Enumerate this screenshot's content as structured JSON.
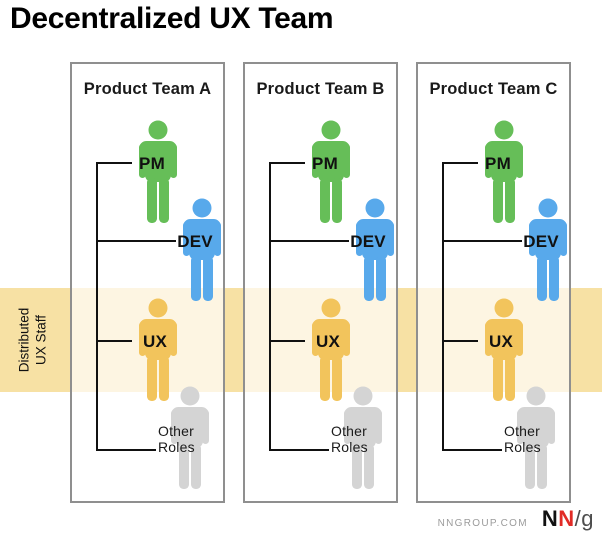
{
  "title": "Decentralized UX Team",
  "band": {
    "label_line1": "Distributed",
    "label_line2": "UX Staff",
    "color": "#F7E1A4"
  },
  "teams": [
    {
      "name": "Product Team A",
      "roles": [
        {
          "label": "PM",
          "color": "#66BE58"
        },
        {
          "label": "DEV",
          "color": "#58A9EB"
        },
        {
          "label": "UX",
          "color": "#F2C45C"
        },
        {
          "label": "Other Roles",
          "color": "#D4D4D4"
        }
      ]
    },
    {
      "name": "Product Team B",
      "roles": [
        {
          "label": "PM",
          "color": "#66BE58"
        },
        {
          "label": "DEV",
          "color": "#58A9EB"
        },
        {
          "label": "UX",
          "color": "#F2C45C"
        },
        {
          "label": "Other Roles",
          "color": "#D4D4D4"
        }
      ]
    },
    {
      "name": "Product Team C",
      "roles": [
        {
          "label": "PM",
          "color": "#66BE58"
        },
        {
          "label": "DEV",
          "color": "#58A9EB"
        },
        {
          "label": "UX",
          "color": "#F2C45C"
        },
        {
          "label": "Other Roles",
          "color": "#D4D4D4"
        }
      ]
    }
  ],
  "footer": {
    "site": "NNGROUP.COM",
    "logo_n1": "N",
    "logo_n2": "N",
    "logo_sg": "/g",
    "logo_red": "#E12B26"
  }
}
